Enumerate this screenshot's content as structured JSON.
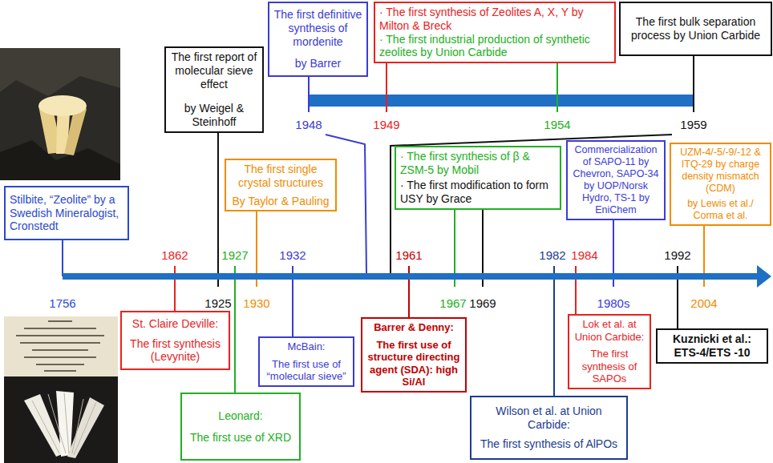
{
  "diagram": {
    "nodes": [
      {
        "text": [
          "Stilbite, “Zeolite” by a Swedish Mineralogist, Cronstedt"
        ]
      },
      {
        "text": [
          "St. Claire Deville:",
          "The first synthesis (Levynite)"
        ]
      },
      {
        "text": [
          "The first report of molecular sieve effect",
          "by Weigel & Steinhoff"
        ]
      },
      {
        "text": [
          "Leonard:",
          "The first use of XRD"
        ]
      },
      {
        "text": [
          "The first single crystal structures",
          "By Taylor & Pauling"
        ]
      },
      {
        "text": [
          "McBain:",
          "The first use of “molecular sieve”"
        ]
      },
      {
        "text": [
          "The first definitive synthesis of mordenite",
          "by Barrer"
        ]
      },
      {
        "text": [
          "· The first synthesis of Zeolites A, X, Y by Milton & Breck",
          "· The first industrial production of synthetic zeolites by Union Carbide"
        ]
      },
      {
        "text": [
          "The first bulk separation process by Union Carbide"
        ]
      },
      {
        "text": [
          "Barrer & Denny:",
          "The first use of structure directing agent (SDA): high Si/Al"
        ]
      },
      {
        "text": [
          "· The first synthesis of β & ZSM-5 by Mobil",
          "· The first modification to form USY by Grace"
        ]
      },
      {
        "text": [
          "Wilson et al. at Union Carbide:",
          "The first synthesis of AlPOs"
        ]
      },
      {
        "text": [
          "Lok et al. at Union Carbide:",
          "The first synthesis of SAPOs"
        ]
      },
      {
        "text": [
          "Commercialization of SAPO-11 by Chevron, SAPO-34 by UOP/Norsk Hydro, TS-1 by EniChem"
        ]
      },
      {
        "text": [
          "Kuznicki et al.:",
          "ETS-4/ETS -10"
        ]
      },
      {
        "text": [
          "UZM-4/-5/-9/-12 & ITQ-29 by charge density mismatch (CDM)",
          "by Lewis et al./ Corma et al."
        ]
      }
    ],
    "labels": [
      "1756",
      "1862",
      "1925",
      "1927",
      "1930",
      "1932",
      "1948",
      "1949",
      "1954",
      "1959",
      "1961",
      "1967",
      "1969",
      "1982",
      "1984",
      "1980s",
      "1992",
      "2004"
    ]
  }
}
